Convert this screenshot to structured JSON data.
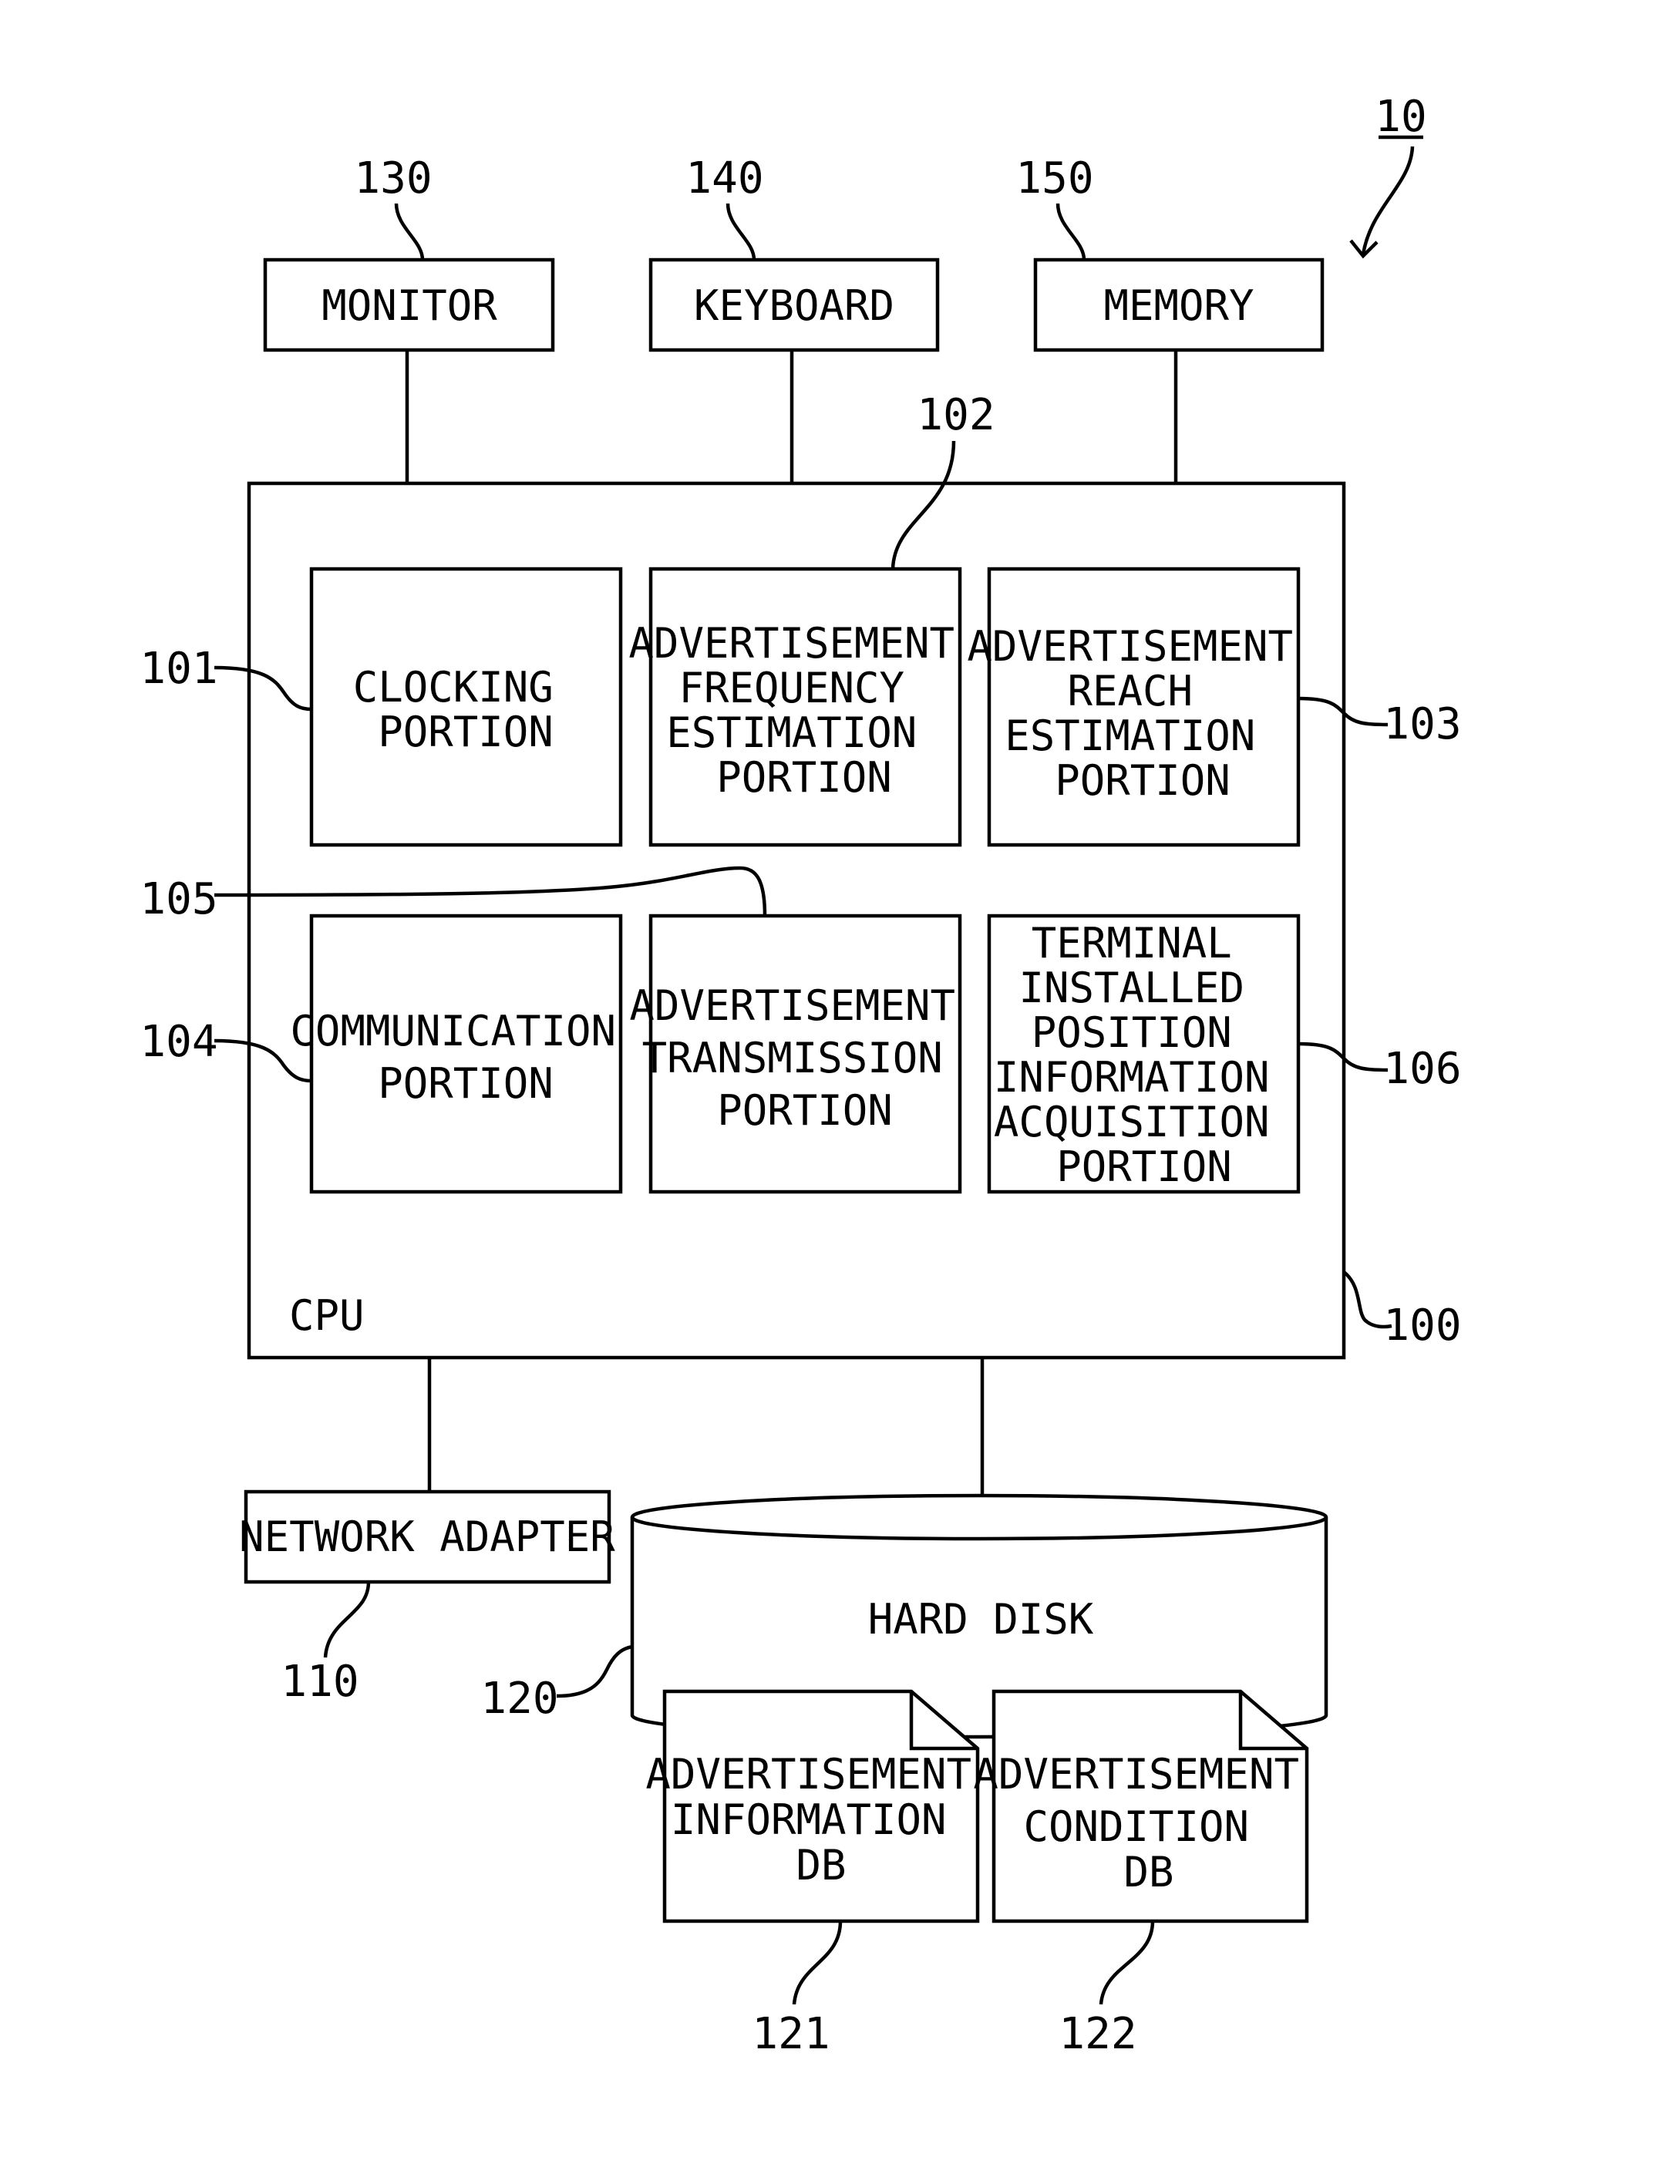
{
  "figure_ref": "10",
  "monitor": {
    "label": "MONITOR",
    "ref": "130"
  },
  "keyboard": {
    "label": "KEYBOARD",
    "ref": "140"
  },
  "memory": {
    "label": "MEMORY",
    "ref": "150"
  },
  "cpu": {
    "label": "CPU",
    "ref": "100"
  },
  "clocking": {
    "lines": [
      "CLOCKING",
      "PORTION"
    ],
    "ref": "101"
  },
  "frequency": {
    "lines": [
      "ADVERTISEMENT",
      "FREQUENCY",
      "ESTIMATION",
      "PORTION"
    ],
    "ref": "102"
  },
  "reach": {
    "lines": [
      "ADVERTISEMENT",
      "REACH",
      "ESTIMATION",
      "PORTION"
    ],
    "ref": "103"
  },
  "communication": {
    "lines": [
      "COMMUNICATION",
      "PORTION"
    ],
    "ref": "104"
  },
  "transmission": {
    "lines": [
      "ADVERTISEMENT",
      "TRANSMISSION",
      "PORTION"
    ],
    "ref": "105"
  },
  "terminal": {
    "lines": [
      "TERMINAL",
      "INSTALLED",
      "POSITION",
      "INFORMATION",
      "ACQUISITION",
      "PORTION"
    ],
    "ref": "106"
  },
  "network_adapter": {
    "label": "NETWORK ADAPTER",
    "ref": "110"
  },
  "hard_disk": {
    "label": "HARD DISK",
    "ref": "120"
  },
  "ad_info_db": {
    "lines": [
      "ADVERTISEMENT",
      "INFORMATION",
      "DB"
    ],
    "ref": "121"
  },
  "ad_cond_db": {
    "lines": [
      "ADVERTISEMENT",
      "CONDITION",
      "DB"
    ],
    "ref": "122"
  }
}
